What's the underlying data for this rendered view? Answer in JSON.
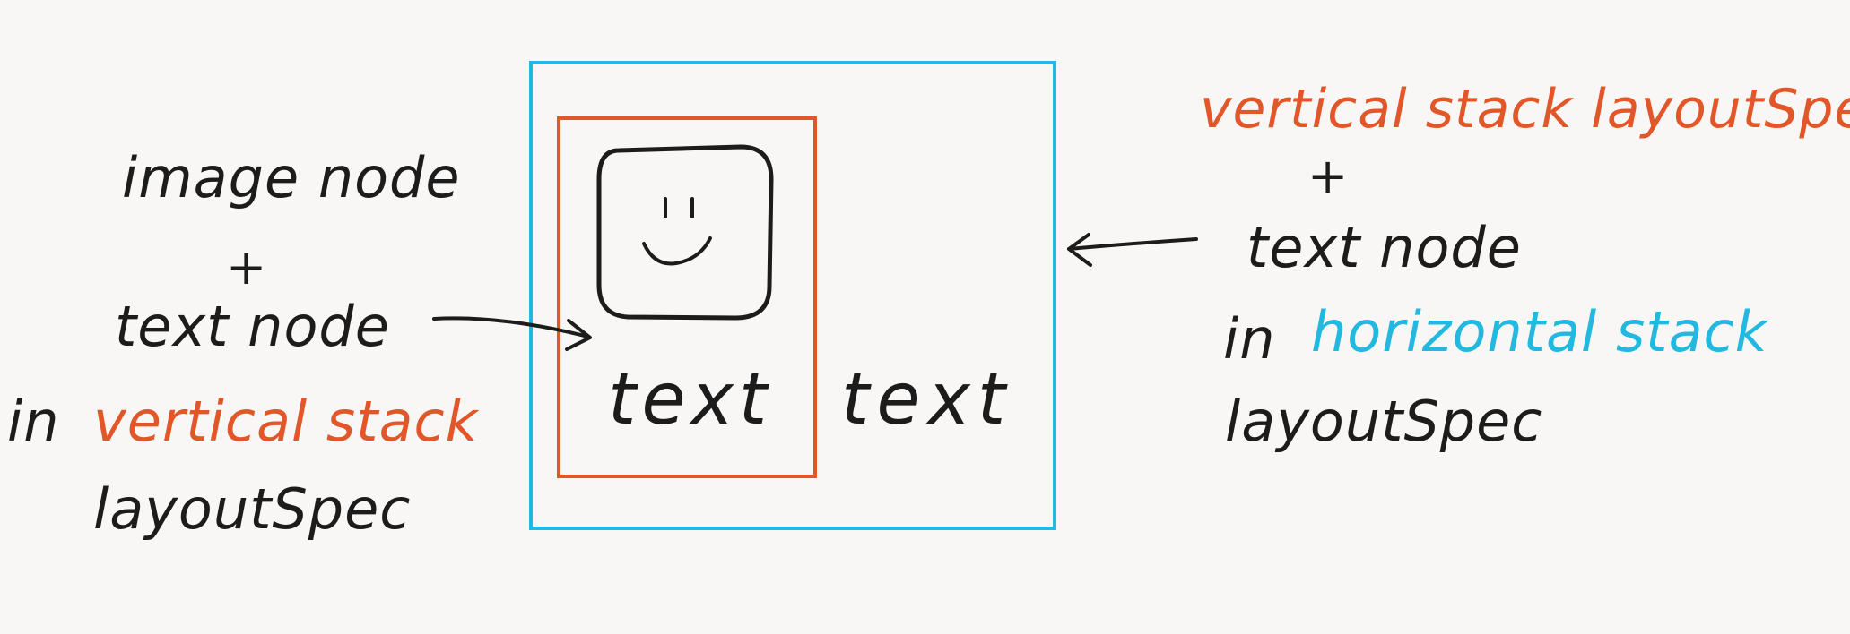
{
  "colors": {
    "background": "#f8f7f5",
    "ink": "#1c1c1c",
    "orange": "#e2572a",
    "cyan": "#22b8e0"
  },
  "left_note": {
    "line1": "image node",
    "plus": "+",
    "line2": "text node",
    "in_word": "in",
    "highlight": "vertical stack",
    "line4": "layoutSpec"
  },
  "diagram": {
    "inner_text": "text",
    "outer_text": "text",
    "image_icon": "smiley-face-icon"
  },
  "right_note": {
    "line1": "vertical stack layoutSpec",
    "plus": "+",
    "line2": "text node",
    "in_word": "in",
    "highlight": "horizontal stack",
    "line4": "layoutSpec"
  }
}
